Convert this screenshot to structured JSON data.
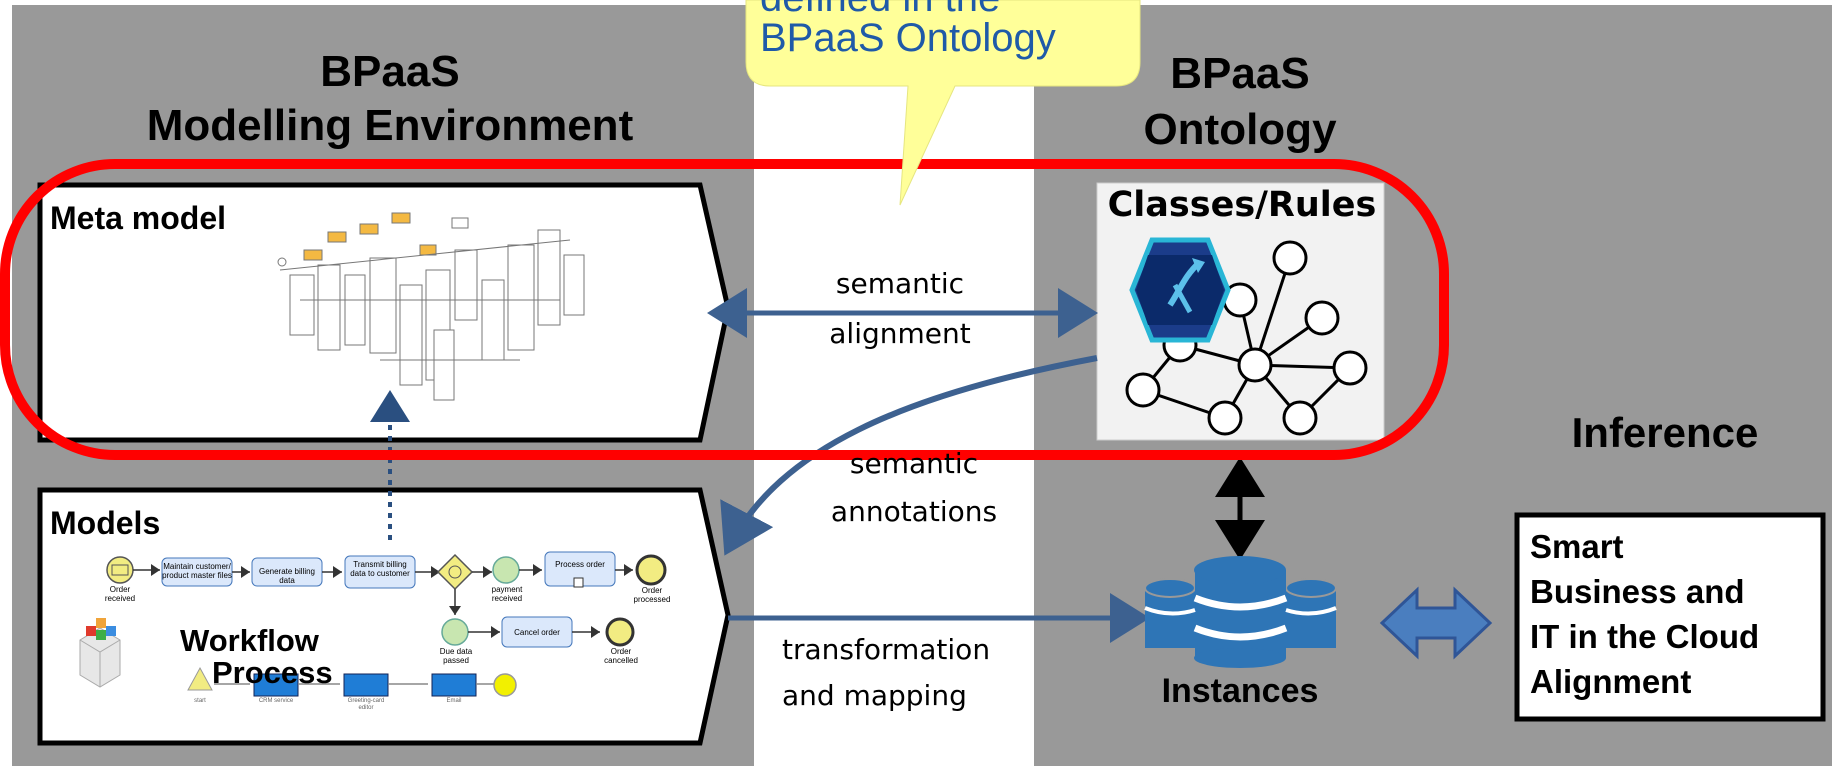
{
  "callout": {
    "line1": "defined in the",
    "line2": "BPaaS Ontology"
  },
  "left_panel": {
    "title_line1": "BPaaS",
    "title_line2": "Modelling Environment"
  },
  "right_panel": {
    "title_line1": "BPaaS",
    "title_line2": "Ontology"
  },
  "meta_model": {
    "label": "Meta model"
  },
  "models": {
    "label": "Models",
    "workflow_label_line1": "Workflow",
    "workflow_label_line2": "Process",
    "bpmn": {
      "start_event": "Order received",
      "task1": "Maintain customer/ product master files",
      "task2": "Generate billing data",
      "task3": "Transmit billing data to customer",
      "payment_event": "payment received",
      "task4": "Process order",
      "end_processed": "Order processed",
      "timer_event": "Due data passed",
      "task5": "Cancel order",
      "end_cancelled": "Order cancelled",
      "small_start": "start",
      "small_task1": "CRM service",
      "small_task2": "Greeting-card editor",
      "small_task3": "Email"
    }
  },
  "classes_rules": {
    "label": "Classes/Rules"
  },
  "arrows": {
    "semantic_alignment_line1": "semantic",
    "semantic_alignment_line2": "alignment",
    "semantic_annotations_line1": "semantic",
    "semantic_annotations_line2": "annotations",
    "transformation_line1": "transformation",
    "transformation_line2": "and mapping"
  },
  "instances": {
    "label": "Instances"
  },
  "inference": {
    "label": "Inference"
  },
  "smart_box": {
    "line1": "Smart",
    "line2": "Business and",
    "line3": "IT in the Cloud",
    "line4": "Alignment"
  },
  "colors": {
    "panel_gray": "#999999",
    "arrow_blue": "#3d6190",
    "red_outline": "#ff0000",
    "callout_yellow": "#ffff99",
    "db_blue": "#2e75b6",
    "callout_text": "#1f5aa8"
  }
}
